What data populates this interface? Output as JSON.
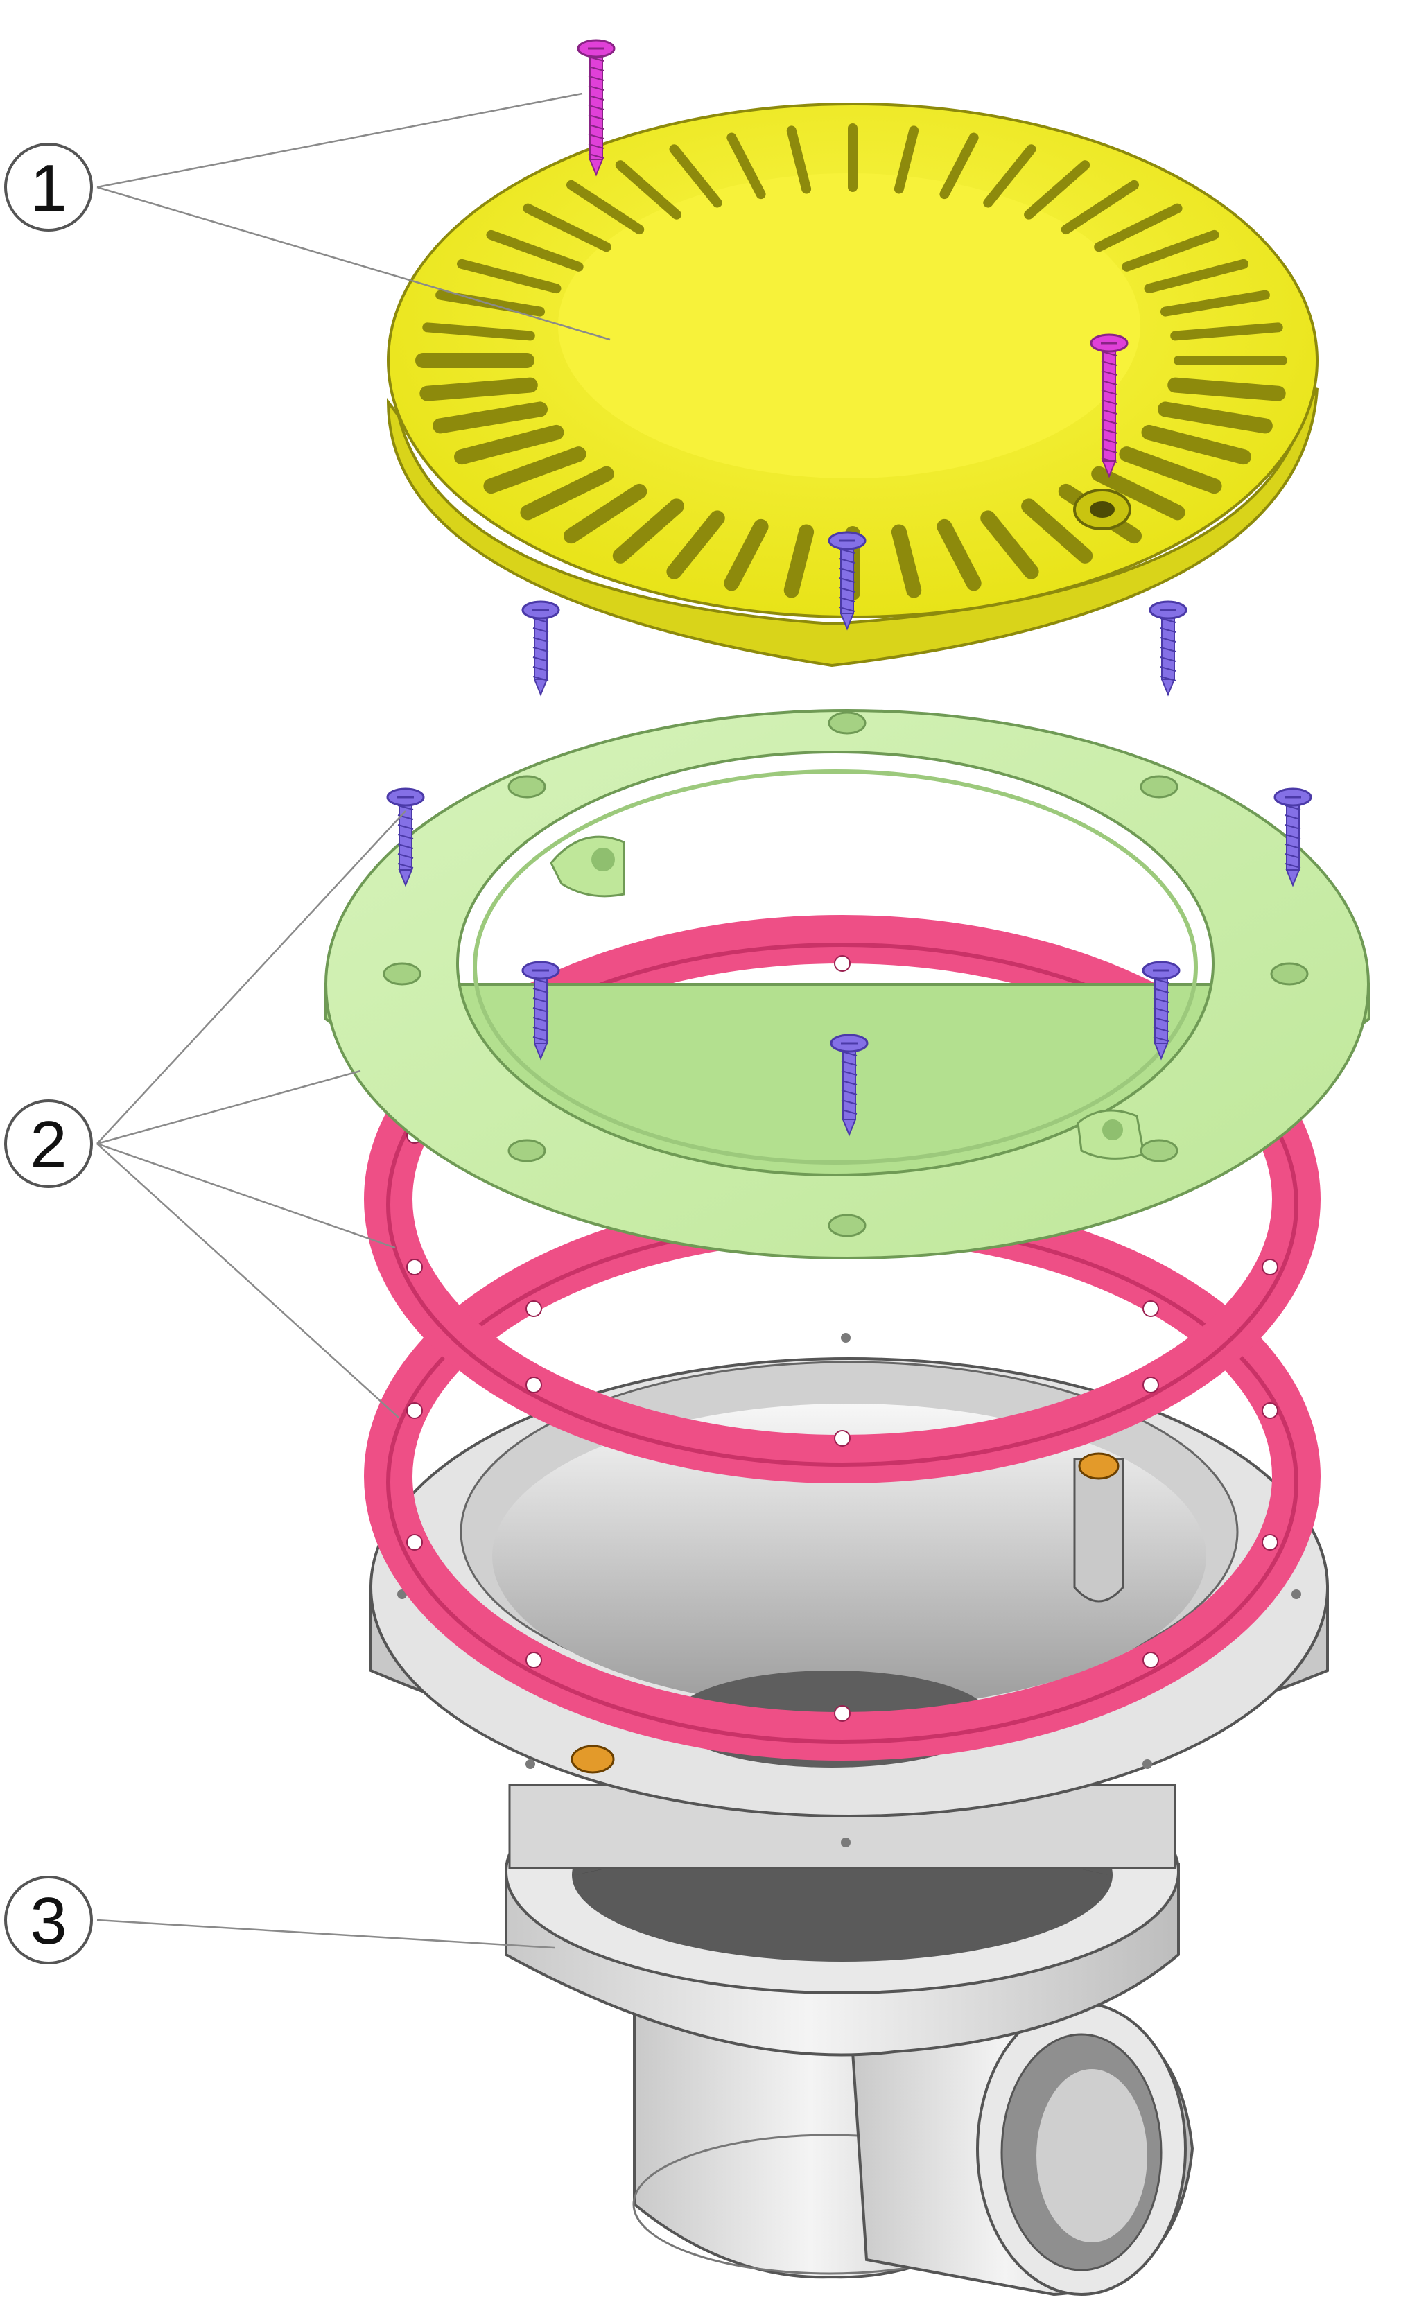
{
  "callouts": [
    {
      "number": "1",
      "part": "grate-with-screws"
    },
    {
      "number": "2",
      "part": "frame-gaskets-screws"
    },
    {
      "number": "3",
      "part": "drain-body"
    }
  ],
  "colors": {
    "grate": "#f5f028",
    "grate_dark": "#c9c410",
    "grate_slot": "#8d8a0c",
    "frame": "#ccefaa",
    "frame_dark": "#a9d98a",
    "gasket": "#ee4f86",
    "gasket_dark": "#c93267",
    "body": "#e6e6e6",
    "body_dark": "#a8a8a8",
    "body_shadow": "#555555",
    "screw_purple": "#8470e6",
    "screw_magenta": "#e040d8",
    "insert": "#e39a2a",
    "leader": "#8a8a8a",
    "callout_circle": "#ffffff"
  },
  "icons": [
    "grate-icon",
    "screw-icon",
    "frame-ring-icon",
    "gasket-icon",
    "drain-body-icon"
  ]
}
